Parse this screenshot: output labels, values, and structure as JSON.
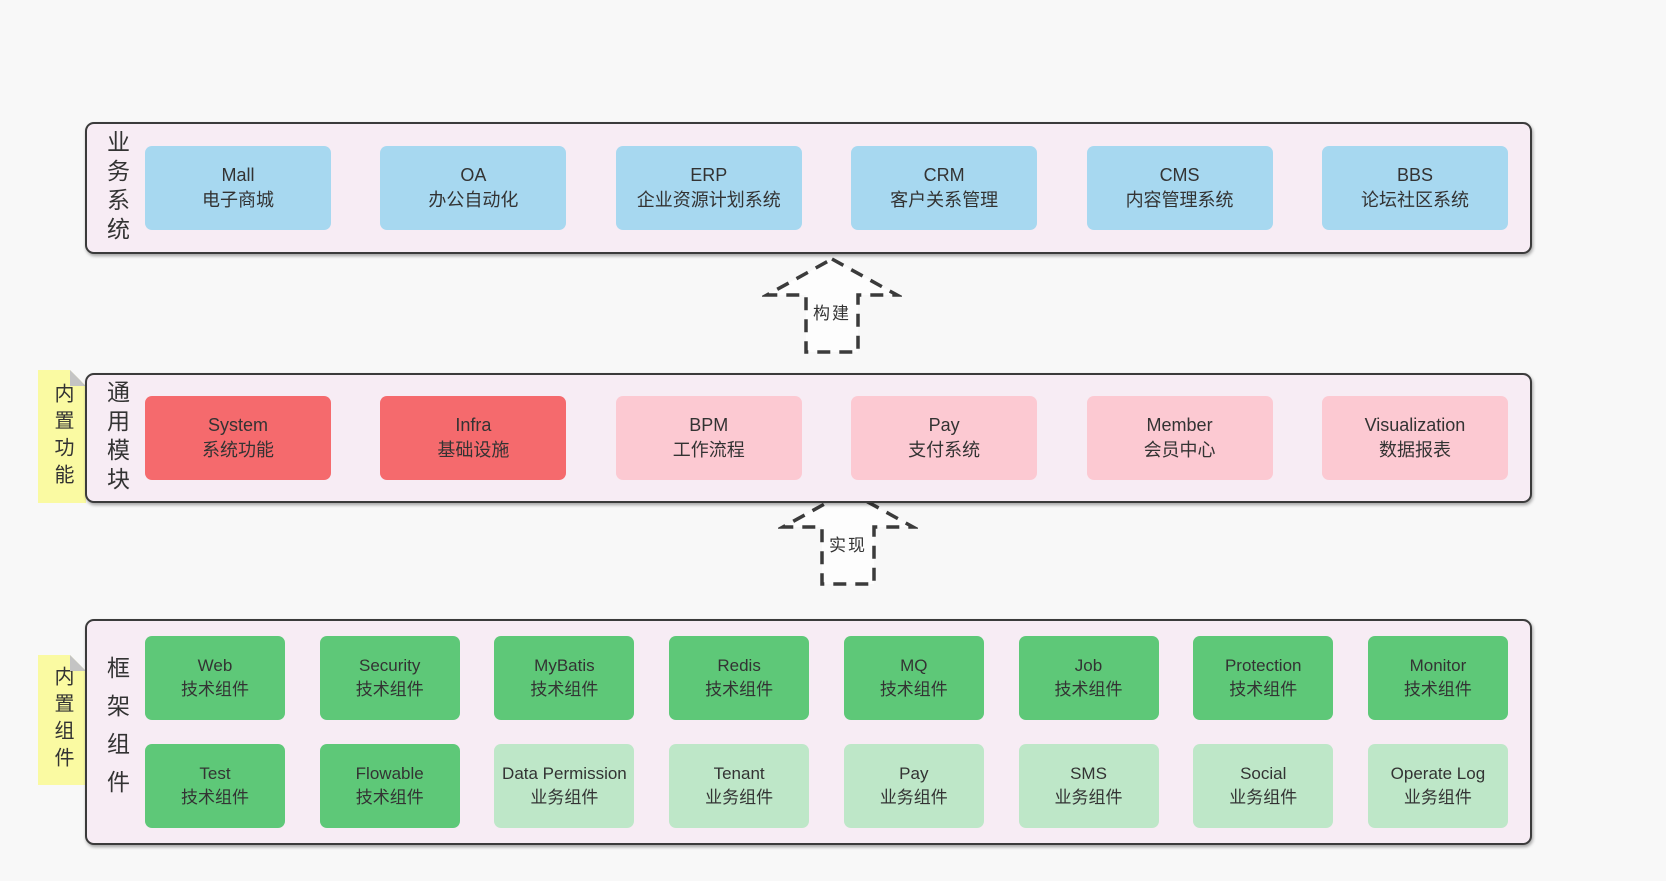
{
  "page": {
    "background": "#f8f8f8"
  },
  "colors": {
    "section_bg": "#f7ecf4",
    "section_border": "#3b3b3b",
    "box_blue": "#a7d8f0",
    "box_red": "#f56a6d",
    "box_pink": "#fcc9d2",
    "box_green": "#5ec878",
    "box_lightgreen": "#bee7c8",
    "tag_yellow": "#fafaa2",
    "text": "#333333"
  },
  "arrows": [
    {
      "label": "构建"
    },
    {
      "label": "实现"
    }
  ],
  "sections": [
    {
      "label": "业务系统",
      "boxes": [
        {
          "name": "Mall",
          "desc": "电子商城",
          "type": "blue"
        },
        {
          "name": "OA",
          "desc": "办公自动化",
          "type": "blue"
        },
        {
          "name": "ERP",
          "desc": "企业资源计划系统",
          "type": "blue"
        },
        {
          "name": "CRM",
          "desc": "客户关系管理",
          "type": "blue"
        },
        {
          "name": "CMS",
          "desc": "内容管理系统",
          "type": "blue"
        },
        {
          "name": "BBS",
          "desc": "论坛社区系统",
          "type": "blue"
        }
      ]
    },
    {
      "label": "通用模块",
      "tag": "内置功能",
      "boxes": [
        {
          "name": "System",
          "desc": "系统功能",
          "type": "red"
        },
        {
          "name": "Infra",
          "desc": "基础设施",
          "type": "red"
        },
        {
          "name": "BPM",
          "desc": "工作流程",
          "type": "pink"
        },
        {
          "name": "Pay",
          "desc": "支付系统",
          "type": "pink"
        },
        {
          "name": "Member",
          "desc": "会员中心",
          "type": "pink"
        },
        {
          "name": "Visualization",
          "desc": "数据报表",
          "type": "pink"
        }
      ]
    },
    {
      "label": "框架组件",
      "tag": "内置组件",
      "rows": [
        [
          {
            "name": "Web",
            "desc": "技术组件",
            "type": "green"
          },
          {
            "name": "Security",
            "desc": "技术组件",
            "type": "green"
          },
          {
            "name": "MyBatis",
            "desc": "技术组件",
            "type": "green"
          },
          {
            "name": "Redis",
            "desc": "技术组件",
            "type": "green"
          },
          {
            "name": "MQ",
            "desc": "技术组件",
            "type": "green"
          },
          {
            "name": "Job",
            "desc": "技术组件",
            "type": "green"
          },
          {
            "name": "Protection",
            "desc": "技术组件",
            "type": "green"
          },
          {
            "name": "Monitor",
            "desc": "技术组件",
            "type": "green"
          }
        ],
        [
          {
            "name": "Test",
            "desc": "技术组件",
            "type": "green"
          },
          {
            "name": "Flowable",
            "desc": "技术组件",
            "type": "green"
          },
          {
            "name": "Data Permission",
            "desc": "业务组件",
            "type": "lightgreen"
          },
          {
            "name": "Tenant",
            "desc": "业务组件",
            "type": "lightgreen"
          },
          {
            "name": "Pay",
            "desc": "业务组件",
            "type": "lightgreen"
          },
          {
            "name": "SMS",
            "desc": "业务组件",
            "type": "lightgreen"
          },
          {
            "name": "Social",
            "desc": "业务组件",
            "type": "lightgreen"
          },
          {
            "name": "Operate Log",
            "desc": "业务组件",
            "type": "lightgreen"
          }
        ]
      ]
    }
  ]
}
